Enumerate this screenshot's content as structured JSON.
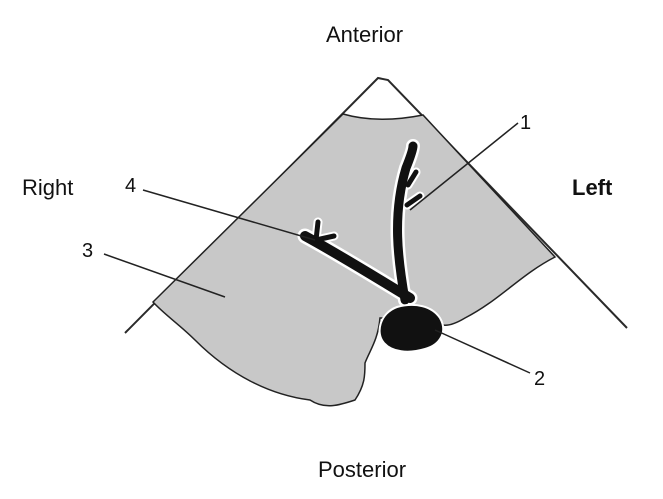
{
  "orientation": {
    "anterior": "Anterior",
    "posterior": "Posterior",
    "right": "Right",
    "left": "Left"
  },
  "callouts": {
    "one": "1",
    "two": "2",
    "three": "3",
    "four": "4"
  },
  "colors": {
    "tissue": "#c8c8c8",
    "structure": "#111111",
    "outline": "#222222",
    "background": "#ffffff"
  }
}
